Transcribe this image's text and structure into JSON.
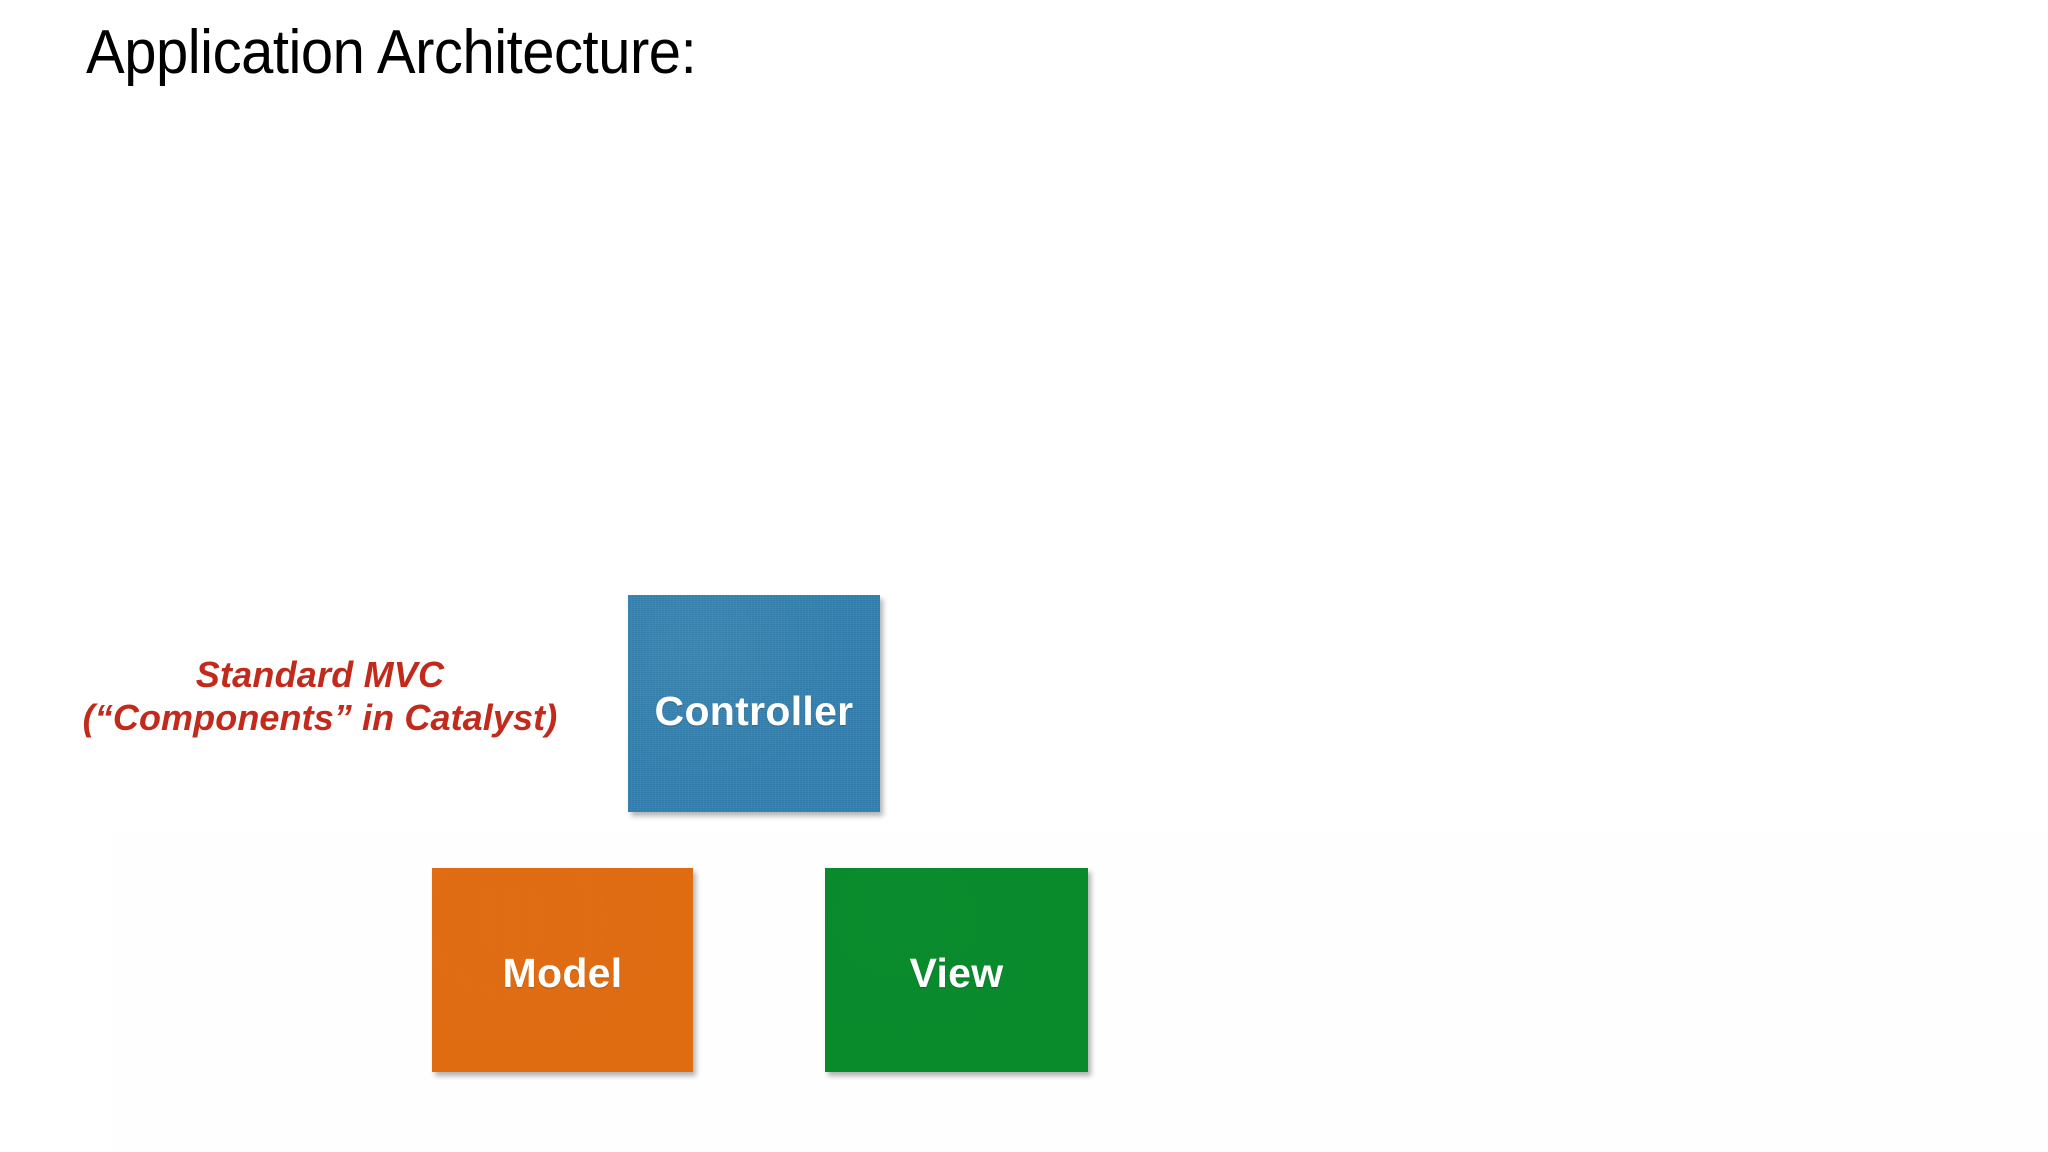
{
  "slide": {
    "title": "Application Architecture:",
    "background_color": "#FFFFFF"
  },
  "annotation": {
    "color": "#C22A1C",
    "line_1": "Standard MVC",
    "line_2": "(“Components” in Catalyst)"
  },
  "diagram": {
    "type": "mvc-architecture",
    "boxes": [
      {
        "id": "controller",
        "label": "Controller",
        "color": "#3280B0",
        "text_color": "#FFFFFF"
      },
      {
        "id": "model",
        "label": "Model",
        "color": "#E06C12",
        "text_color": "#FFFFFF"
      },
      {
        "id": "view",
        "label": "View",
        "color": "#088A2B",
        "text_color": "#FFFFFF"
      }
    ]
  }
}
